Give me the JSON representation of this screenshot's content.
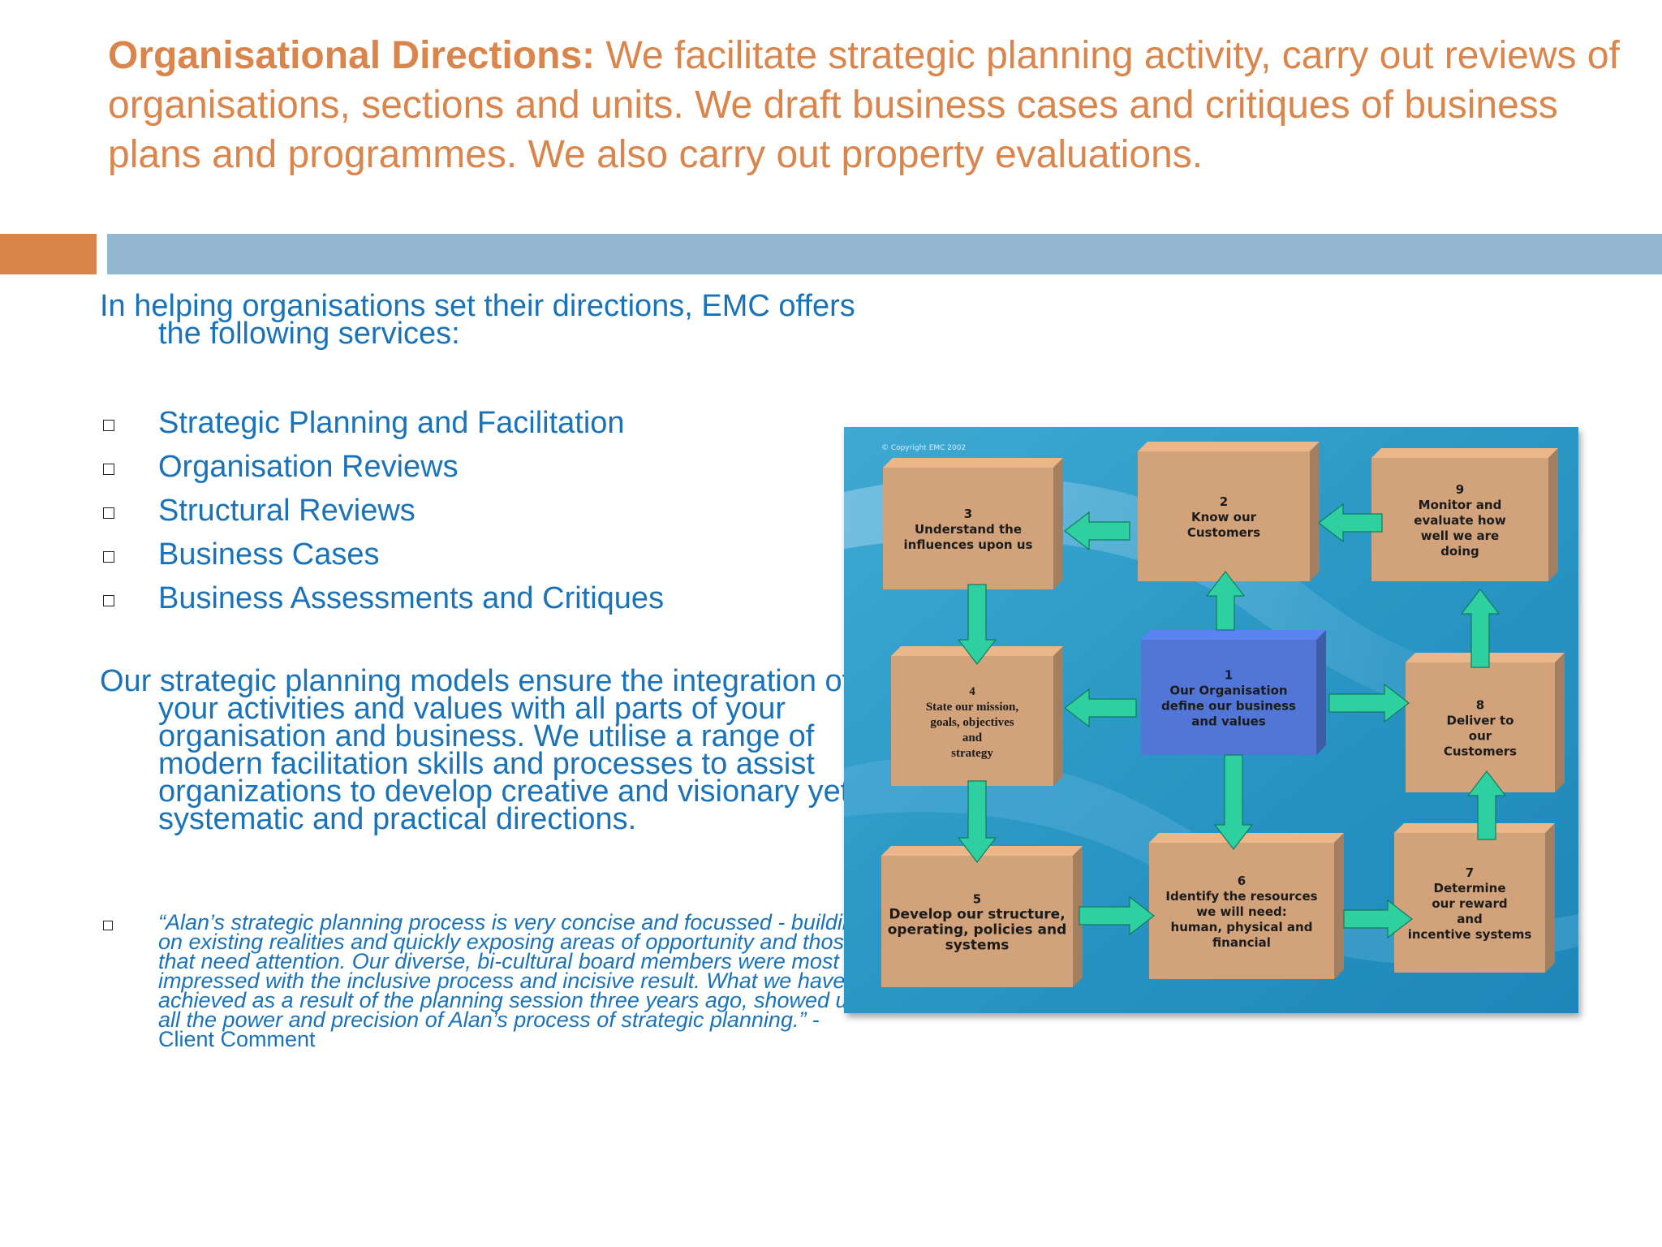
{
  "header": {
    "title_bold": "Organisational Directions:",
    "title_rest": " We facilitate strategic planning activity, carry out reviews of organisations, sections and units. We draft business cases and critiques of business plans and programmes. We also carry out property evaluations."
  },
  "intro": "In helping organisations set their directions, EMC offers the following services:",
  "services": [
    "Strategic Planning and Facilitation",
    "Organisation Reviews",
    "Structural Reviews",
    "Business Cases",
    "Business Assessments and Critiques"
  ],
  "paragraph": "Our strategic planning models ensure the integration of your activities and values with all parts of your organisation and business. We utilise a range of modern facilitation skills and processes to assist organizations to develop creative and visionary yet systematic and practical directions.",
  "quote": {
    "text": "“Alan’s strategic planning process is very concise and focussed - building on existing realities and quickly exposing areas of opportunity and those that need attention. Our diverse, bi-cultural board members were most impressed with the inclusive process and incisive result. What we have achieved as a result of the planning session three years ago, showed us all the power and precision of Alan’s process of strategic planning.”",
    "attribution": " - Client Comment"
  },
  "diagram": {
    "copyright": "© Copyright EMC 2002",
    "boxes": {
      "b1": {
        "num": "1",
        "lines": [
          "Our Organisation",
          "define our business",
          "and values"
        ]
      },
      "b2": {
        "num": "2",
        "lines": [
          "Know our",
          "Customers"
        ]
      },
      "b3": {
        "num": "3",
        "lines": [
          "Understand the",
          "influences upon us"
        ]
      },
      "b4": {
        "num": "4",
        "lines": [
          "State our mission,",
          "goals, objectives",
          "and",
          "strategy"
        ]
      },
      "b5": {
        "num": "5",
        "lines": [
          "Develop our structure,",
          "operating, policies and",
          "systems"
        ]
      },
      "b6": {
        "num": "6",
        "lines": [
          "Identify the resources",
          "we will need:",
          "human, physical and",
          "financial"
        ]
      },
      "b7": {
        "num": "7",
        "lines": [
          "Determine",
          "our reward",
          "and",
          "incentive systems"
        ]
      },
      "b8": {
        "num": "8",
        "lines": [
          "Deliver to",
          "our",
          "Customers"
        ]
      },
      "b9": {
        "num": "9",
        "lines": [
          "Monitor and",
          "evaluate how",
          "well we are",
          "doing"
        ]
      }
    }
  },
  "colors": {
    "title": "#D9854B",
    "body_text": "#1A73B9",
    "accent_orange": "#D9844A",
    "accent_blue": "#93B6D1",
    "box_tan": "#D2A37A",
    "box_blue": "#5176D8",
    "arrow_green": "#2FD0A0",
    "diagram_bg": "#2A97C5"
  }
}
